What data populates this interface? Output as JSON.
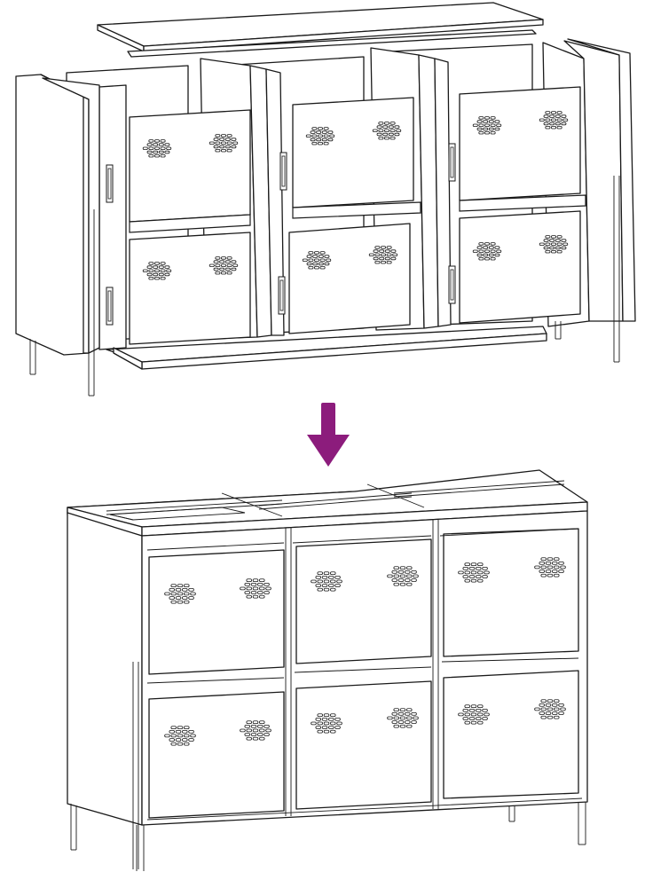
{
  "diagram": {
    "subject": "cabinet-assembly",
    "colors": {
      "line": "#1a1a1a",
      "background": "#ffffff",
      "arrow": "#8c1c7c"
    },
    "icons": {
      "step_arrow": "down-arrow-icon"
    },
    "exploded_view": {
      "columns": 3,
      "drawer_rows": 2
    },
    "assembled_view": {
      "columns": 3,
      "drawer_rows": 2
    }
  }
}
